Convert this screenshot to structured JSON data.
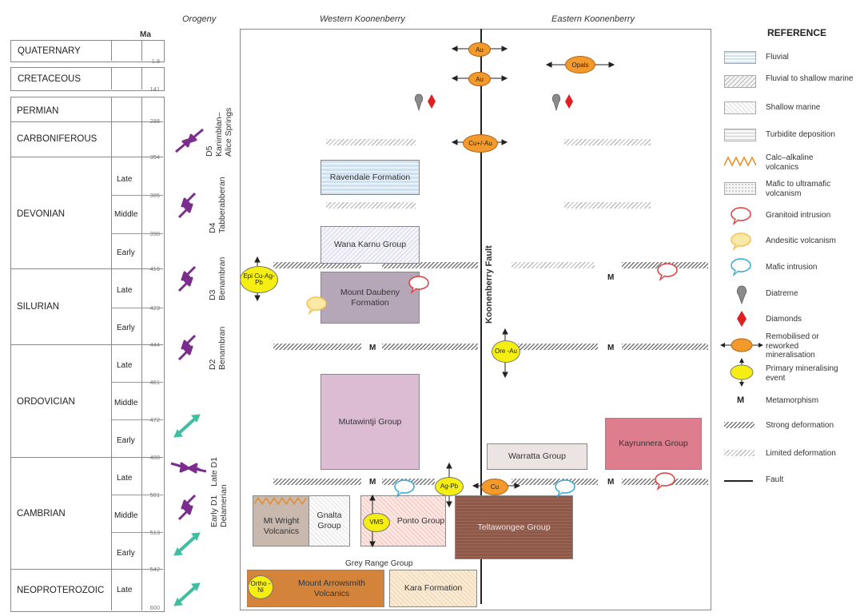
{
  "headers": {
    "ma": "Ma",
    "orogeny": "Orogeny",
    "western": "Western Koonenberry",
    "eastern": "Eastern Koonenberry",
    "reference": "REFERENCE"
  },
  "periods": {
    "quaternary": "QUATERNARY",
    "cretaceous": "CRETACEOUS",
    "permian": "PERMIAN",
    "carboniferous": "CARBONIFEROUS",
    "devonian": "DEVONIAN",
    "silurian": "SILURIAN",
    "ordovician": "ORDOVICIAN",
    "cambrian": "CAMBRIAN",
    "neoproterozoic": "NEOPROTEROZOIC"
  },
  "epochs": {
    "late": "Late",
    "middle": "Middle",
    "early": "Early"
  },
  "ma_ticks": [
    "1.8",
    "141",
    "298",
    "354",
    "385",
    "398",
    "416",
    "423",
    "444",
    "461",
    "472",
    "488",
    "501",
    "513",
    "542",
    "600"
  ],
  "orogeny": {
    "d5": "D5",
    "d5_name": "Kanimblan–",
    "d5_name2": "Alice Springs",
    "d4": "D4",
    "d4_name": "Tabberabberan",
    "d3": "D3",
    "d3_name": "Benambran",
    "d2": "D2",
    "d2_name": "Benambran",
    "late_d1": "Late D1",
    "early_d1": "Early D1",
    "delamerian": "Delamerian"
  },
  "units": {
    "ravendale": "Ravendale Formation",
    "wana_karnu": "Wana Karnu Group",
    "mount_daubeny": "Mount Daubeny Formation",
    "mutawintji": "Mutawintji Group",
    "warratta": "Warratta Group",
    "kayrunnera": "Kayrunnera Group",
    "mt_wright": "Mt Wright Volcanics",
    "gnalta": "Gnalta Group",
    "ponto": "Ponto Group",
    "teltawongee": "Teltawongee Group",
    "grey_range": "Grey Range Group",
    "arrowsmith": "Mount Arrowsmith Volcanics",
    "kara": "Kara Formation",
    "fault_label": "Koonenberry Fault"
  },
  "mineral_labels": {
    "au1": "Au",
    "au2": "Au",
    "opals": "Opals",
    "cu_au": "Cu+/-Au",
    "epi": "Epi Cu-Ag-Pb",
    "ore_au": "Ore -Au",
    "ag_pb": "Ag-Pb",
    "cu": "Cu",
    "vms": "VMS",
    "ortho_ni": "Ortho -Ni"
  },
  "metamorphism_mark": "M",
  "legend": [
    {
      "key": "fluvial",
      "label": "Fluvial"
    },
    {
      "key": "fluvial_shallow",
      "label": "Fluvial to shallow marine"
    },
    {
      "key": "shallow_marine",
      "label": "Shallow marine"
    },
    {
      "key": "turbidite",
      "label": "Turbidite deposition"
    },
    {
      "key": "calc_alkaline",
      "label": "Calc–alkaline volcanics"
    },
    {
      "key": "mafic_ultramafic",
      "label": "Mafic to ultramafic volcanism"
    },
    {
      "key": "granitoid",
      "label": "Granitoid intrusion"
    },
    {
      "key": "andesitic",
      "label": "Andesitic volcanism"
    },
    {
      "key": "mafic_intrusion",
      "label": "Mafic intrusion"
    },
    {
      "key": "diatreme",
      "label": "Diatreme"
    },
    {
      "key": "diamonds",
      "label": "Diamonds"
    },
    {
      "key": "remobilised",
      "label": "Remobilised or reworked mineralisation"
    },
    {
      "key": "primary",
      "label": "Primary mineralising event"
    },
    {
      "key": "metamorphism",
      "label": "Metamorphism"
    },
    {
      "key": "strong_deformation",
      "label": "Strong deformation"
    },
    {
      "key": "limited_deformation",
      "label": "Limited deformation"
    },
    {
      "key": "fault",
      "label": "Fault"
    }
  ],
  "colors": {
    "compression_arrow": "#7b2d8e",
    "extension_arrow": "#3fbfa0",
    "remobilised": "#f39a2c",
    "primary": "#f5ee12",
    "granitoid": "#e23a3a",
    "andesitic": "#f2c14e",
    "mafic": "#35a7d8",
    "diamond": "#e02020",
    "diatreme": "#888888"
  }
}
